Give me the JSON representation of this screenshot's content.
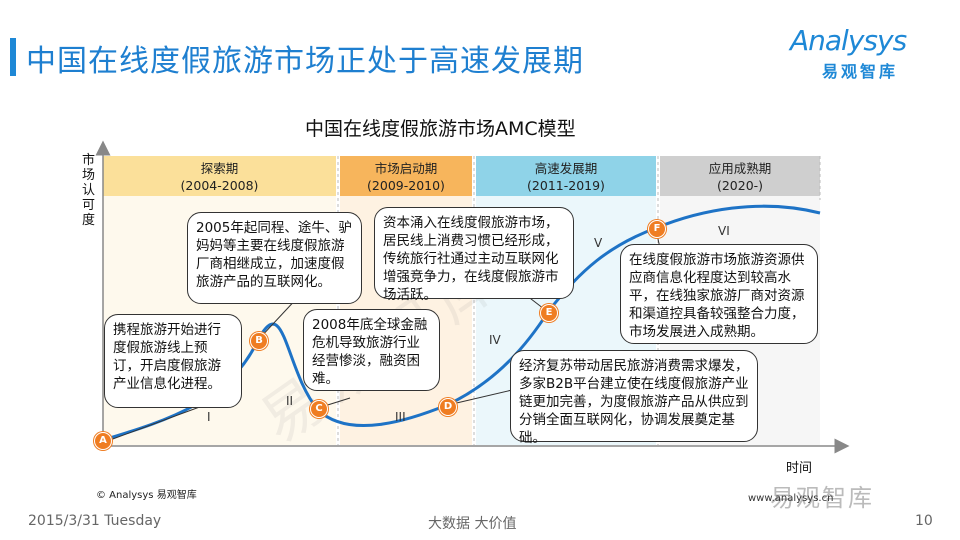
{
  "title": "中国在线度假旅游市场正处于高速发展期",
  "logo": {
    "main": "Analysys",
    "sub": "易观智库"
  },
  "chart_title": "中国在线度假旅游市场AMC模型",
  "y_axis_label": "市场认可度",
  "x_axis_label": "时间",
  "phases": [
    {
      "name": "探索期",
      "years": "(2004-2008)",
      "color": "#fbe09a"
    },
    {
      "name": "市场启动期",
      "years": "(2009-2010)",
      "color": "#f7b55c"
    },
    {
      "name": "高速发展期",
      "years": "(2011-2019)",
      "color": "#8fd3e8"
    },
    {
      "name": "应用成熟期",
      "years": "(2020-)",
      "color": "#cfcfcf"
    }
  ],
  "points": [
    "A",
    "B",
    "C",
    "D",
    "E",
    "F"
  ],
  "romans": [
    "I",
    "II",
    "III",
    "IV",
    "V",
    "VI"
  ],
  "bubbles": [
    "携程旅游开始进行度假旅游线上预订，开启度假旅游产业信息化进程。",
    "2005年起同程、途牛、驴妈妈等主要在线度假旅游厂商相继成立，加速度假旅游产品的互联网化。",
    "2008年底全球金融危机导致旅游行业经营惨淡，融资困难。",
    "资本涌入在线度假旅游市场，居民线上消费习惯已经形成，传统旅行社通过主动互联网化增强竞争力，在线度假旅游市场活跃。",
    "经济复苏带动居民旅游消费需求爆发，多家B2B平台建立使在线度假旅游产业链更加完善，为度假旅游产品从供应到分销全面互联网化，协调发展奠定基础。",
    "在线度假旅游市场旅游资源供应商信息化程度达到较高水平，在线独家旅游厂商对资源和渠道控具备较强整合力度，市场发展进入成熟期。"
  ],
  "watermark": "易观智库",
  "copyright": "© Analysys 易观智库",
  "url": "www.analysys.cn",
  "wechat": "易观智库",
  "footer": {
    "date": "2015/3/31 Tuesday",
    "slogan": "大数据  大价值",
    "page": "10"
  },
  "colors": {
    "accent": "#1e88d6",
    "point": "#ef7d22",
    "curve": "#1e73c6"
  }
}
